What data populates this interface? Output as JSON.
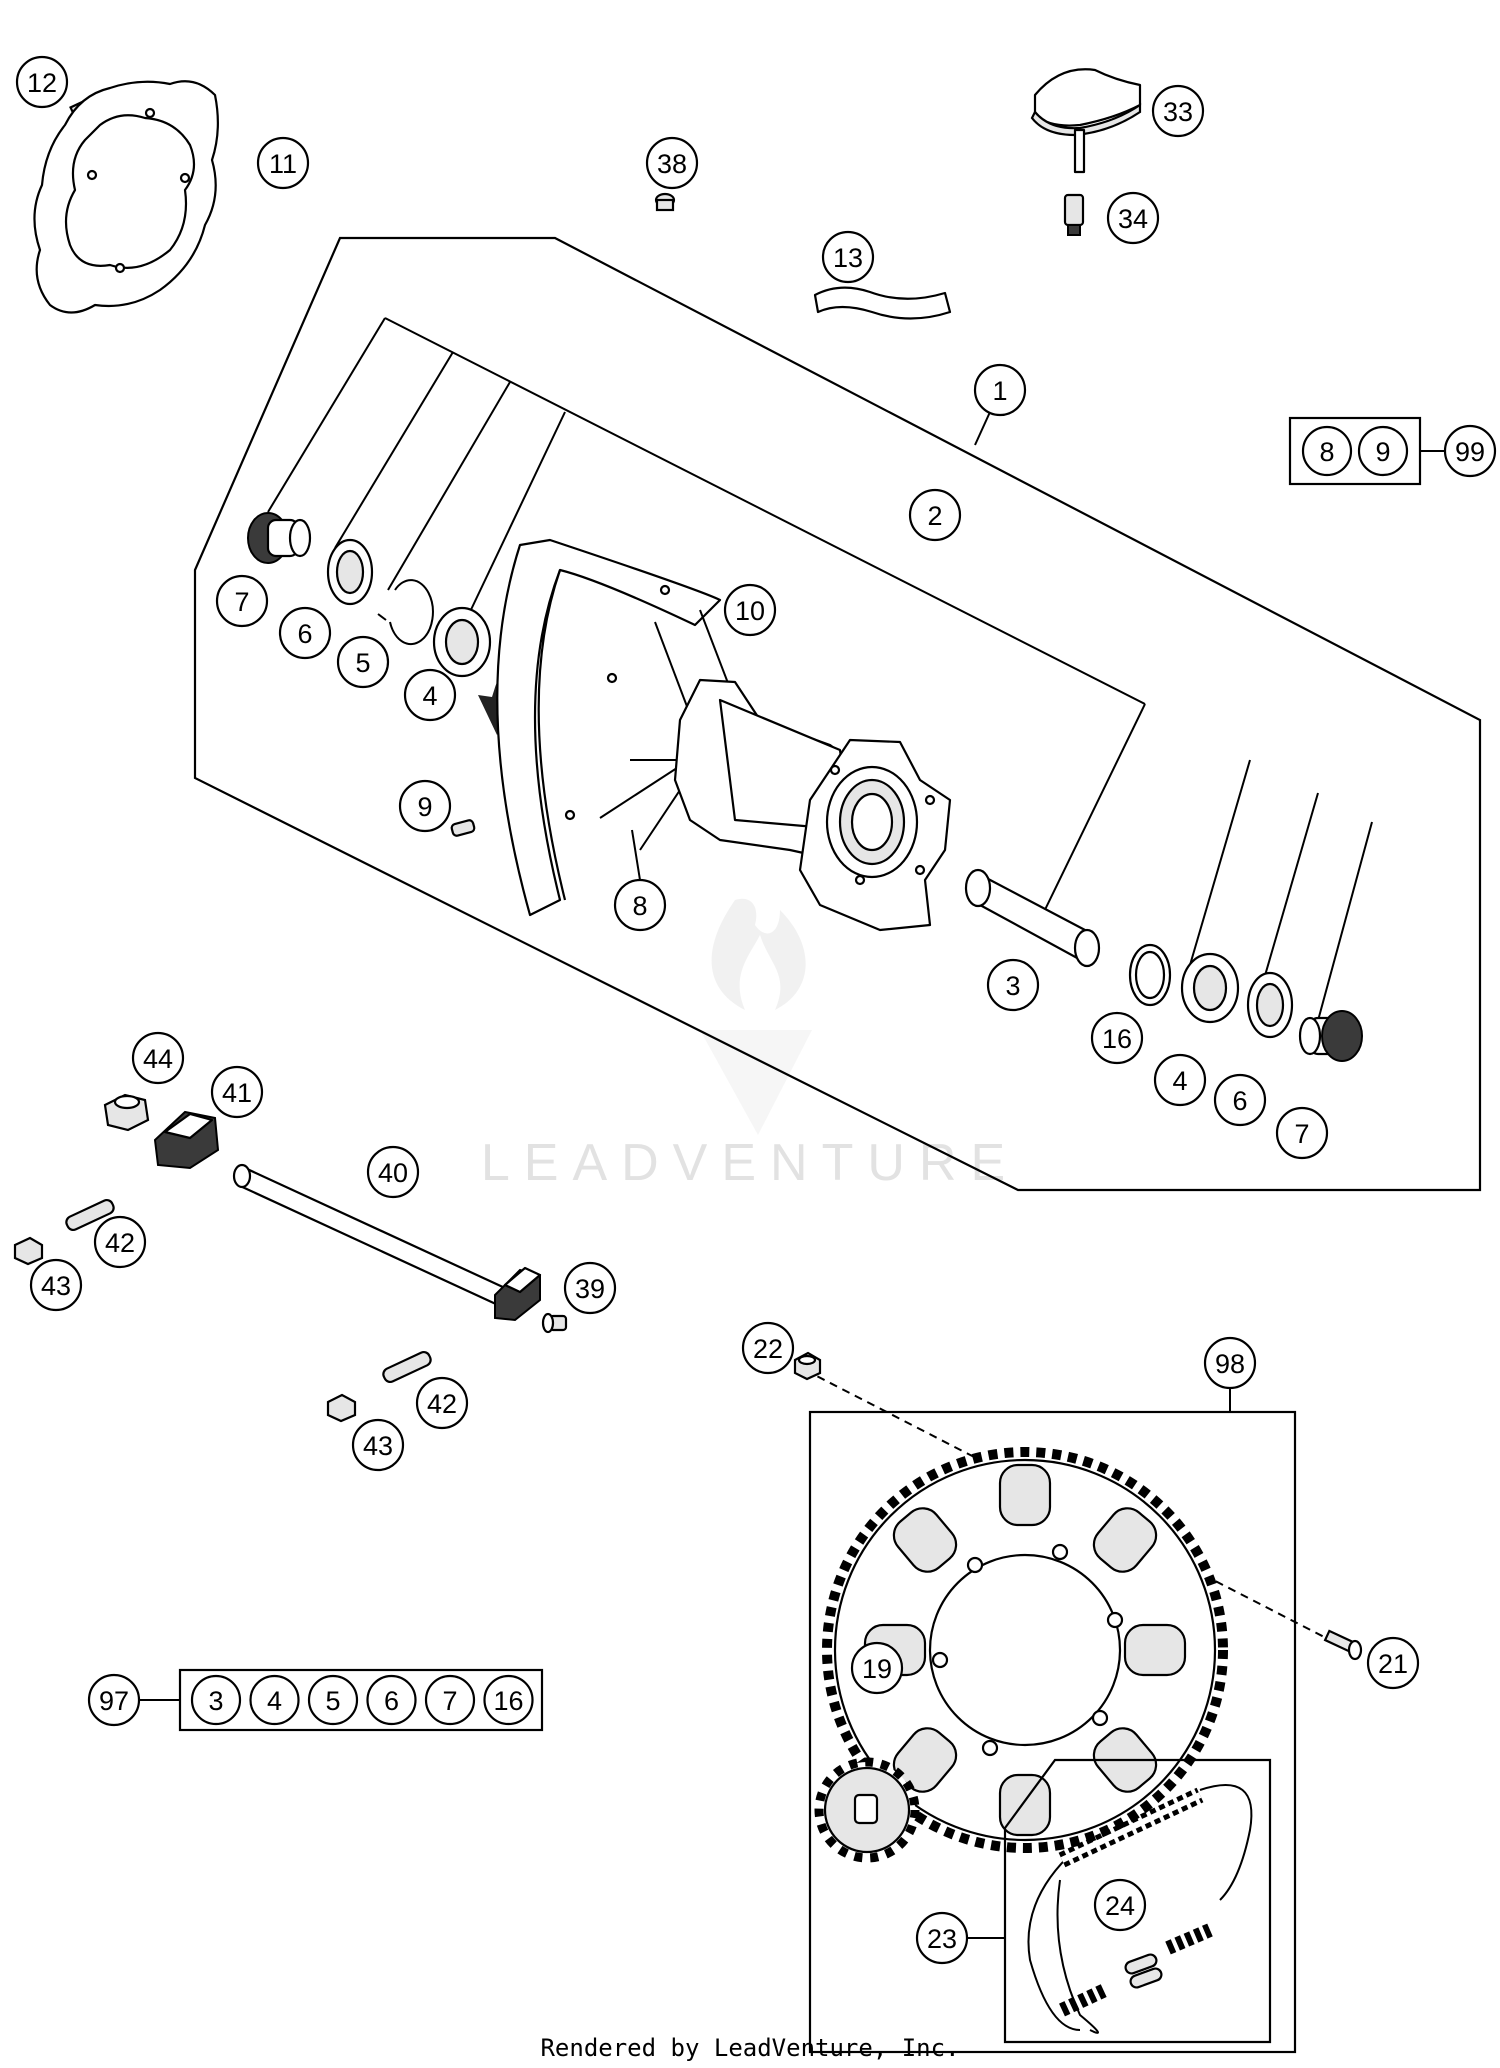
{
  "watermark": "LEADVENTURE",
  "footer": "Rendered by LeadVenture, Inc.",
  "callouts": {
    "c1": "1",
    "c2": "2",
    "c3": "3",
    "c4a": "4",
    "c4b": "4",
    "c5": "5",
    "c6a": "6",
    "c6b": "6",
    "c7a": "7",
    "c7b": "7",
    "c8": "8",
    "c9": "9",
    "c10": "10",
    "c11": "11",
    "c12": "12",
    "c13": "13",
    "c16": "16",
    "c19": "19",
    "c21": "21",
    "c22": "22",
    "c23": "23",
    "c24": "24",
    "c33": "33",
    "c34": "34",
    "c38": "38",
    "c39": "39",
    "c40": "40",
    "c41": "41",
    "c42a": "42",
    "c42b": "42",
    "c43a": "43",
    "c43b": "43",
    "c44": "44",
    "c98": "98",
    "c99": "99",
    "c97": "97"
  },
  "kit99": {
    "label": "99",
    "items": [
      "8",
      "9"
    ]
  },
  "kit97": {
    "label": "97",
    "items": [
      "3",
      "4",
      "5",
      "6",
      "7",
      "16"
    ]
  }
}
